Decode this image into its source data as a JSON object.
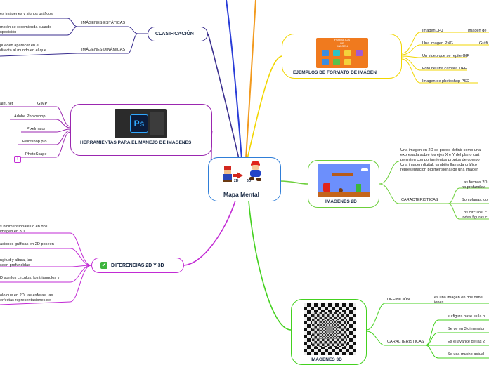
{
  "central": {
    "title": "Mapa Mental",
    "img_label_left": "2D",
    "img_label_right": "3D"
  },
  "clasificacion": {
    "title": "CLASIFICACIÓN",
    "groups": [
      {
        "label": "IMÁGENES ESTÁTICAS",
        "items": [
          "es imágenes y signos gráficos",
          "mbién se recomienda cuando\nxposición"
        ]
      },
      {
        "label": "IMÁGENES DINÁMICAS",
        "items": [
          "pueden aparecer en el\ndirecta al mundo en el que"
        ]
      }
    ]
  },
  "herramientas": {
    "title": "HERRAMIENTAS PARA EL MANEJO DE IMAGENES",
    "items": [
      "aint.net",
      "GIMP",
      "Adobe Photoshop.",
      "Pixelmator",
      "Paintshop pro",
      "PhotoScape"
    ],
    "badge": "!"
  },
  "diferencias": {
    "title": "DIFERENCIAS 2D Y 3D",
    "items": [
      "s bidimensionales o en dos\nimagen en 3D",
      "aciones gráficas en 2D poseen",
      "ngitud y altura, las\nseen profundidad",
      "D son los círculos, los triángulos y",
      "olo que en 2D, las esferas, las\nerfectas representaciones de"
    ]
  },
  "ejemplos": {
    "title": "EJEMPLOS DE FORMATO DE IMÁGEN",
    "img_caption": "FORMATOS\nDE\nIMAGEN",
    "items": [
      "Imagen JPJ",
      "Imagen de",
      "Una imagen PNG",
      "Gráfi",
      "Un video que se repite GIF",
      "Foto de una cámara TIFF",
      "Imagen de photoshop PSD"
    ]
  },
  "img2d": {
    "title": "IMÁGENES 2D",
    "description": "Una imagen en 2D se puede definir como una\nexpresada sobre los ejes X e Y del plano cart\npermiten comportamientos propios de cuerpo\nUna imagen digital, también llamada gráfico\nrepresentación bidimensional de una imagen",
    "caracteristicas_label": "CARACTERISTICAS",
    "caracteristicas": [
      "Las formas 2D\nno profundida",
      "Son planas, co",
      "Los círculos, c\ntodas figuras c"
    ]
  },
  "img3d": {
    "title": "IMAGENES 3D",
    "definicion_label": "DEFINICIÓN",
    "definicion": "es una imagen en dos dime\niones",
    "caracteristicas_label": "CARACTERISTICAS",
    "caracteristicas": [
      "su figura base es la p",
      "Se ve en 3 dimensior",
      "Es el avance de las 2",
      "Se usa mucho actual"
    ]
  },
  "colors": {
    "central": "#2f7ed8",
    "clasificacion": "#3b2f8f",
    "herramientas": "#9b27b0",
    "diferencias": "#c22bd4",
    "ejemplos": "#f2d600",
    "img2d": "#6ccf3a",
    "img3d": "#44d11f",
    "top_blue": "#2a3dd8",
    "top_orange": "#f29a1e"
  }
}
